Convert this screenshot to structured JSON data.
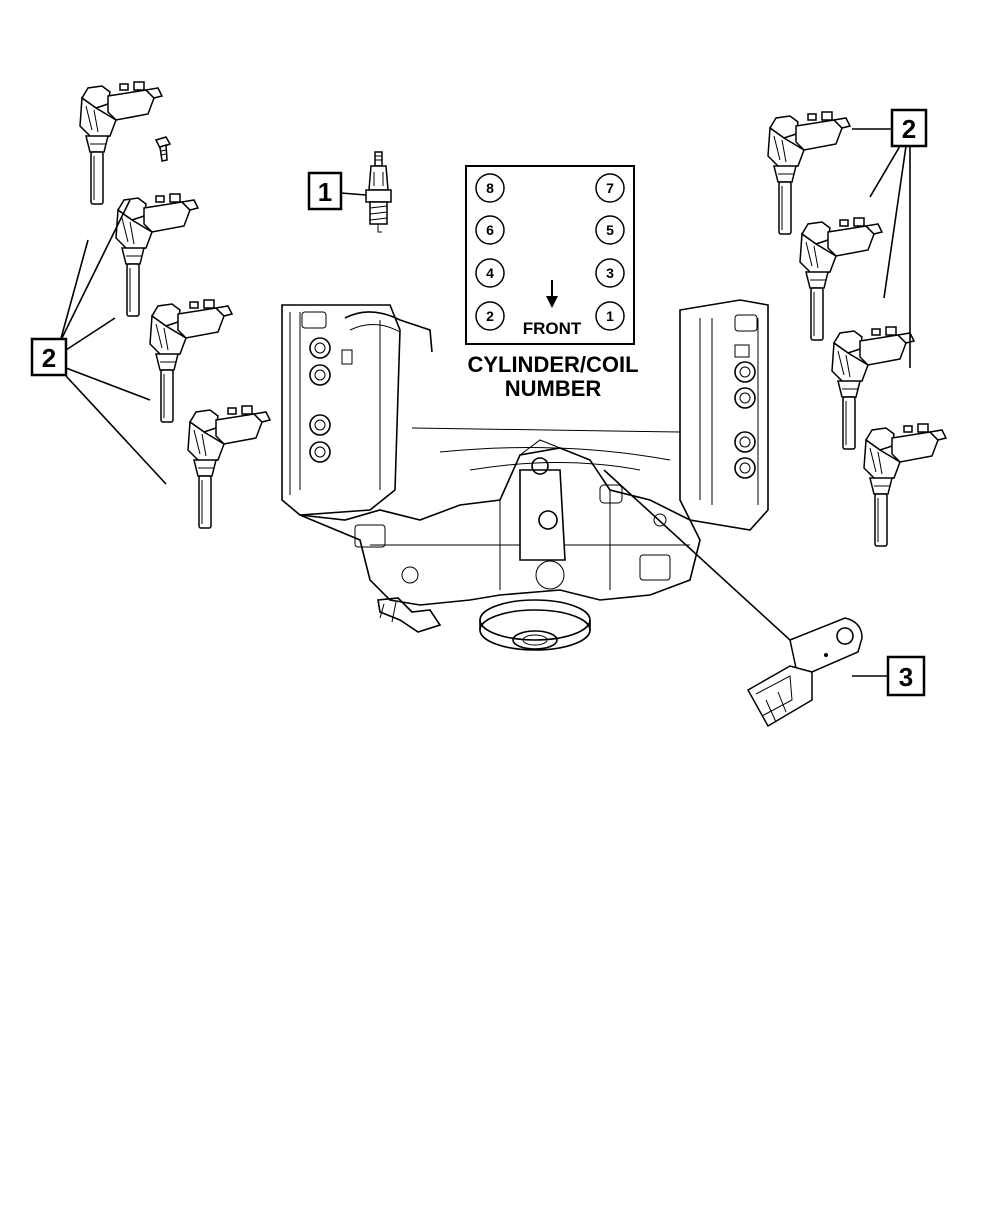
{
  "callouts": {
    "spark_plug": "1",
    "coil_left": "2",
    "coil_right": "2",
    "sensor": "3"
  },
  "cylinder_chart": {
    "cylinders": [
      "8",
      "7",
      "6",
      "5",
      "4",
      "3",
      "2",
      "1"
    ],
    "front_label": "FRONT",
    "caption_line1": "CYLINDER/COIL",
    "caption_line2": "NUMBER"
  },
  "icons": {
    "spark_plug": "spark-plug-icon",
    "coil": "ignition-coil-icon",
    "sensor": "sensor-icon",
    "bolt": "bolt-icon",
    "engine": "engine-block-drawing",
    "arrow": "arrow-down-icon"
  }
}
